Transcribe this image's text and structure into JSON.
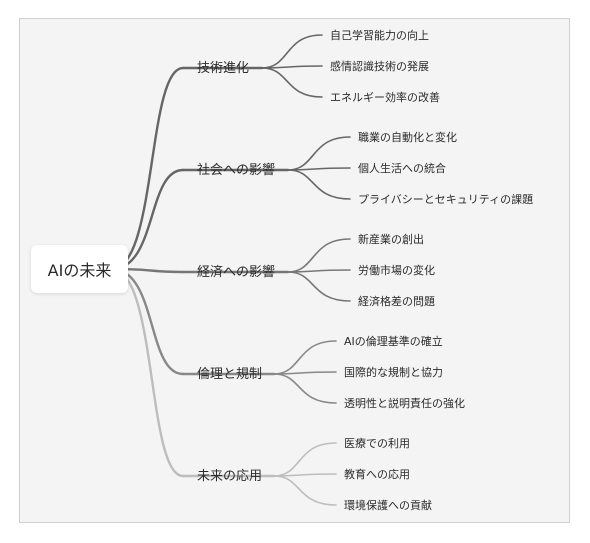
{
  "root": {
    "label": "AIの未来"
  },
  "branches": [
    {
      "label": "技術進化",
      "color": "#666666",
      "children": [
        "自己学習能力の向上",
        "感情認識技術の発展",
        "エネルギー効率の改善"
      ]
    },
    {
      "label": "社会への影響",
      "color": "#666666",
      "children": [
        "職業の自動化と変化",
        "個人生活への統合",
        "プライバシーとセキュリティの課題"
      ]
    },
    {
      "label": "経済への影響",
      "color": "#777777",
      "children": [
        "新産業の創出",
        "労働市場の変化",
        "経済格差の問題"
      ]
    },
    {
      "label": "倫理と規制",
      "color": "#888888",
      "children": [
        "AIの倫理基準の確立",
        "国際的な規制と協力",
        "透明性と説明責任の強化"
      ]
    },
    {
      "label": "未来の応用",
      "color": "#bdbdbd",
      "children": [
        "医療での利用",
        "教育への応用",
        "環境保護への貢献"
      ]
    }
  ]
}
